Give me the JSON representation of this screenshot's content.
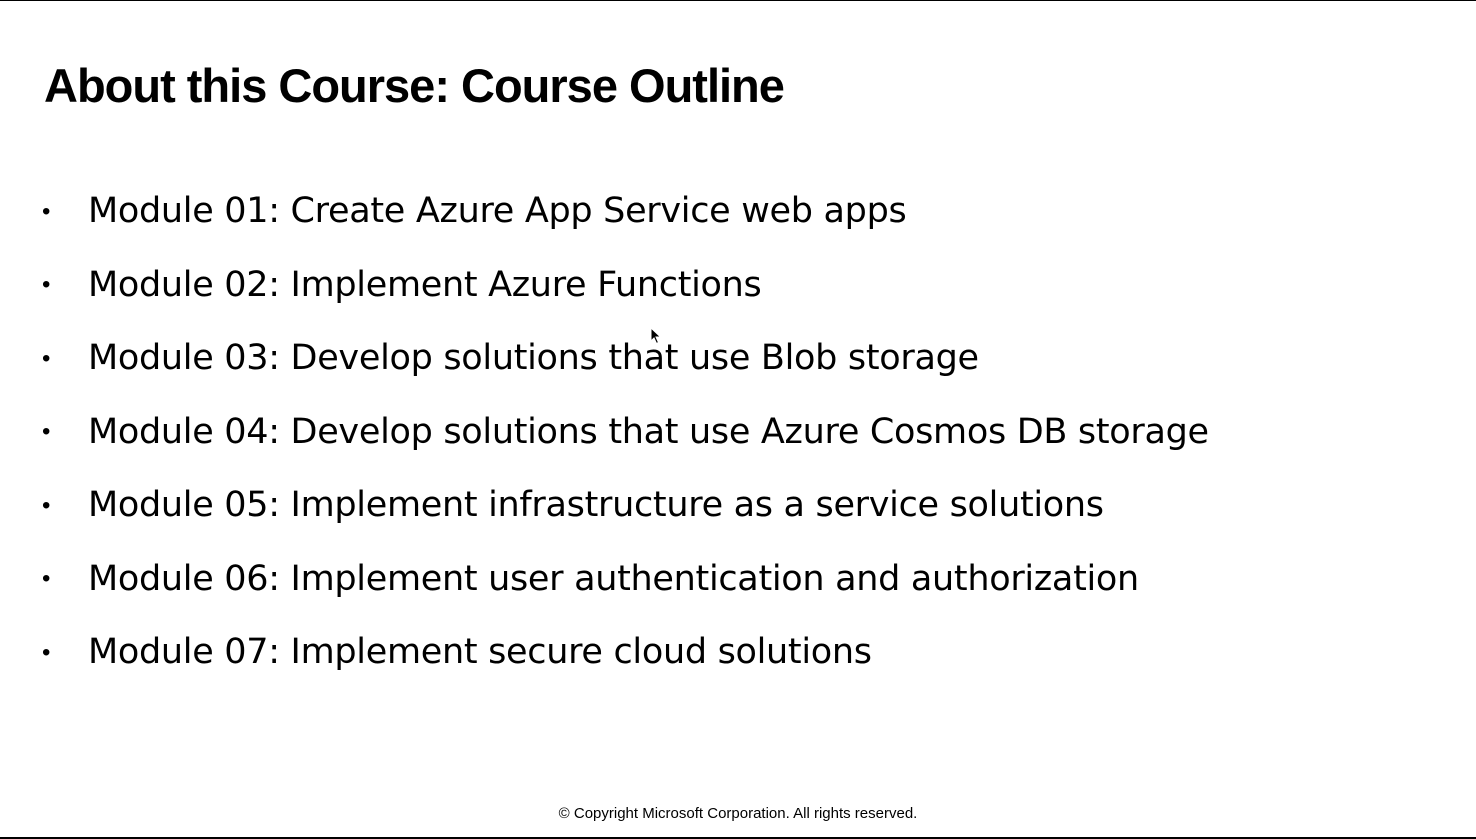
{
  "slide": {
    "title": "About this Course: Course Outline",
    "bullet_glyph": "•",
    "modules": [
      {
        "text": "Module 01: Create Azure App Service web apps"
      },
      {
        "text": "Module 02: Implement Azure Functions"
      },
      {
        "text": "Module 03: Develop solutions that use Blob storage"
      },
      {
        "text": "Module 04: Develop solutions that use Azure Cosmos DB storage"
      },
      {
        "text": "Module 05: Implement infrastructure as a service solutions"
      },
      {
        "text": "Module 06: Implement user authentication and authorization"
      },
      {
        "text": "Module 07: Implement secure cloud solutions"
      }
    ],
    "footer": "© Copyright Microsoft Corporation. All rights reserved."
  },
  "colors": {
    "background": "#ffffff",
    "text": "#000000"
  },
  "icons": {
    "pointer": "mouse-pointer-icon"
  }
}
